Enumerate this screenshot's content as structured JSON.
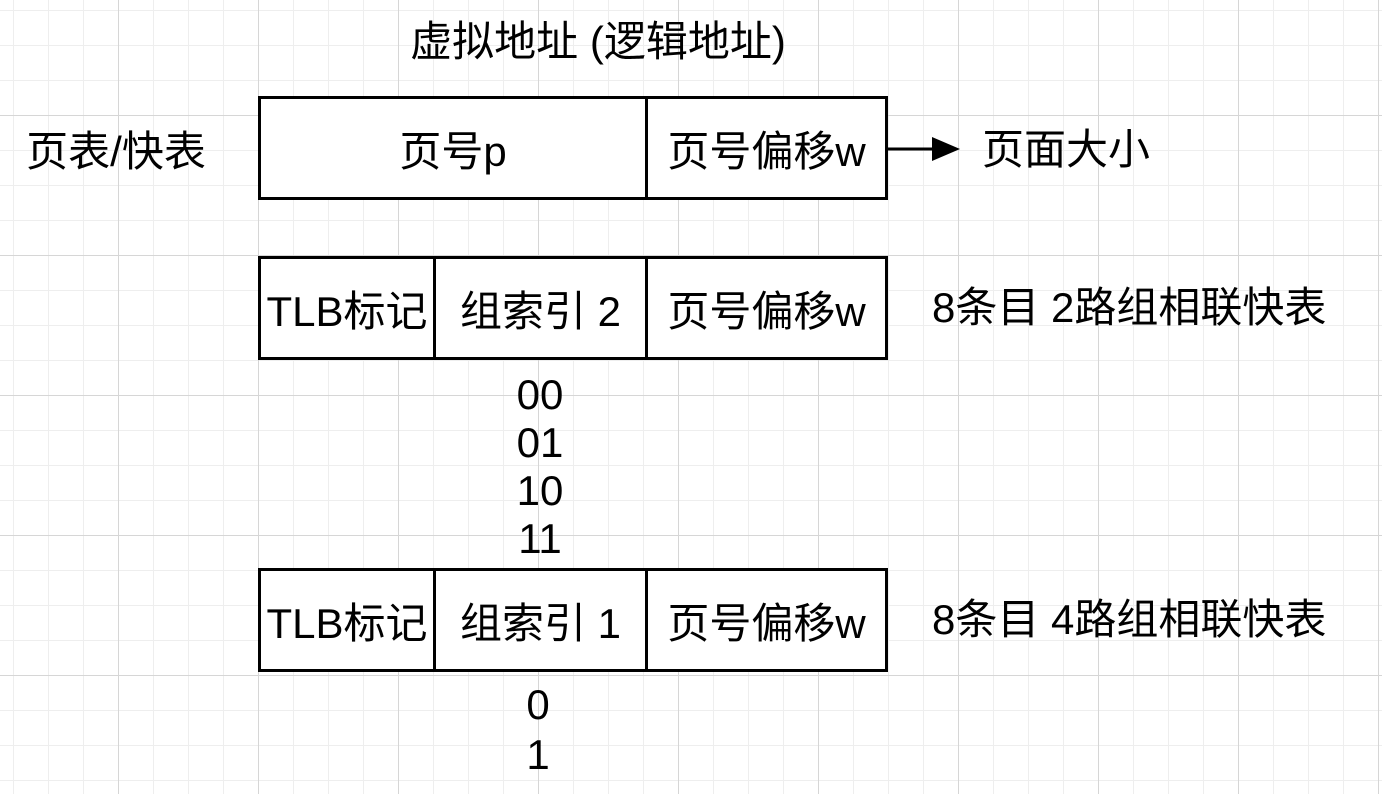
{
  "colors": {
    "background": "#ffffff",
    "text": "#000000",
    "shape_line": "#000000",
    "grid_minor": "#eeeeee",
    "grid_major": "#d6d6d6"
  },
  "title": "虚拟地址 (逻辑地址)",
  "side_label": "页表/快表",
  "virtual_address": {
    "page_number": "页号p",
    "page_offset": "页号偏移w"
  },
  "page_size": {
    "label": "页面大小"
  },
  "tlb_2way": {
    "tag": "TLB标记",
    "set_index": "组索引 2",
    "offset": "页号偏移w",
    "caption": "8条目 2路组相联快表",
    "indices": [
      "00",
      "01",
      "10",
      "11"
    ]
  },
  "tlb_4way": {
    "tag": "TLB标记",
    "set_index": "组索引 1",
    "offset": "页号偏移w",
    "caption": "8条目 4路组相联快表",
    "indices": [
      "0",
      "1"
    ]
  }
}
